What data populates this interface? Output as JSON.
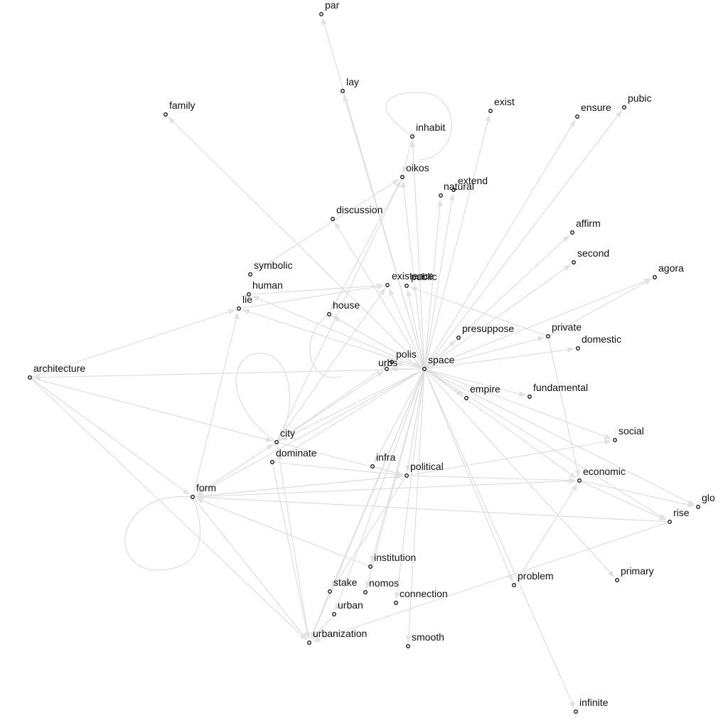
{
  "graph": {
    "colors": {
      "edge": "#dcdcdc",
      "arrow": "#e2e2e2",
      "node_stroke": "#111111",
      "label": "#111111"
    },
    "nodes": [
      {
        "id": "par",
        "label": "par"
      },
      {
        "id": "lay",
        "label": "lay"
      },
      {
        "id": "family",
        "label": "family"
      },
      {
        "id": "exist",
        "label": "exist"
      },
      {
        "id": "ensure",
        "label": "ensure"
      },
      {
        "id": "pubic",
        "label": "pubic"
      },
      {
        "id": "inhabit",
        "label": "inhabit"
      },
      {
        "id": "oikos",
        "label": "oikos"
      },
      {
        "id": "extend",
        "label": "extend"
      },
      {
        "id": "natural",
        "label": "natural"
      },
      {
        "id": "discussion",
        "label": "discussion"
      },
      {
        "id": "affirm",
        "label": "affirm"
      },
      {
        "id": "second",
        "label": "second"
      },
      {
        "id": "symbolic",
        "label": "symbolic"
      },
      {
        "id": "human",
        "label": "human"
      },
      {
        "id": "lie",
        "label": "lie"
      },
      {
        "id": "existence",
        "label": "existence"
      },
      {
        "id": "public",
        "label": "public"
      },
      {
        "id": "agora",
        "label": "agora"
      },
      {
        "id": "house",
        "label": "house"
      },
      {
        "id": "presuppose",
        "label": "presuppose"
      },
      {
        "id": "private",
        "label": "private"
      },
      {
        "id": "domestic",
        "label": "domestic"
      },
      {
        "id": "polis",
        "label": "polis"
      },
      {
        "id": "urbs",
        "label": "urbs"
      },
      {
        "id": "space",
        "label": "space"
      },
      {
        "id": "architecture",
        "label": "architecture"
      },
      {
        "id": "empire",
        "label": "empire"
      },
      {
        "id": "fundamental",
        "label": "fundamental"
      },
      {
        "id": "city",
        "label": "city"
      },
      {
        "id": "social",
        "label": "social"
      },
      {
        "id": "dominate",
        "label": "dominate"
      },
      {
        "id": "infra",
        "label": "infra"
      },
      {
        "id": "political",
        "label": "political"
      },
      {
        "id": "economic",
        "label": "economic"
      },
      {
        "id": "form",
        "label": "form"
      },
      {
        "id": "glo",
        "label": "glo"
      },
      {
        "id": "rise",
        "label": "rise"
      },
      {
        "id": "institution",
        "label": "institution"
      },
      {
        "id": "primary",
        "label": "primary"
      },
      {
        "id": "problem",
        "label": "problem"
      },
      {
        "id": "stake",
        "label": "stake"
      },
      {
        "id": "nomos",
        "label": "nomos"
      },
      {
        "id": "connection",
        "label": "connection"
      },
      {
        "id": "urban",
        "label": "urban"
      },
      {
        "id": "urbanization",
        "label": "urbanization"
      },
      {
        "id": "smooth",
        "label": "smooth"
      },
      {
        "id": "infinite",
        "label": "infinite"
      }
    ],
    "edges": [
      [
        "space",
        "par"
      ],
      [
        "space",
        "lay"
      ],
      [
        "space",
        "family"
      ],
      [
        "space",
        "exist"
      ],
      [
        "space",
        "ensure"
      ],
      [
        "space",
        "pubic"
      ],
      [
        "space",
        "inhabit"
      ],
      [
        "space",
        "oikos"
      ],
      [
        "space",
        "extend"
      ],
      [
        "space",
        "natural"
      ],
      [
        "space",
        "discussion"
      ],
      [
        "space",
        "affirm"
      ],
      [
        "space",
        "second"
      ],
      [
        "space",
        "lie"
      ],
      [
        "space",
        "human"
      ],
      [
        "space",
        "existence"
      ],
      [
        "space",
        "public"
      ],
      [
        "space",
        "agora"
      ],
      [
        "space",
        "house"
      ],
      [
        "space",
        "private"
      ],
      [
        "space",
        "domestic"
      ],
      [
        "space",
        "polis"
      ],
      [
        "space",
        "urbs"
      ],
      [
        "space",
        "architecture"
      ],
      [
        "space",
        "empire"
      ],
      [
        "space",
        "fundamental"
      ],
      [
        "space",
        "city"
      ],
      [
        "space",
        "social"
      ],
      [
        "space",
        "dominate"
      ],
      [
        "space",
        "infra"
      ],
      [
        "space",
        "political"
      ],
      [
        "space",
        "economic"
      ],
      [
        "space",
        "form"
      ],
      [
        "space",
        "rise"
      ],
      [
        "space",
        "institution"
      ],
      [
        "space",
        "primary"
      ],
      [
        "space",
        "problem"
      ],
      [
        "space",
        "stake"
      ],
      [
        "space",
        "nomos"
      ],
      [
        "space",
        "connection"
      ],
      [
        "space",
        "urban"
      ],
      [
        "space",
        "urbanization"
      ],
      [
        "space",
        "smooth"
      ],
      [
        "space",
        "infinite"
      ],
      [
        "space",
        "presuppose"
      ],
      [
        "architecture",
        "form"
      ],
      [
        "architecture",
        "city"
      ],
      [
        "architecture",
        "lie"
      ],
      [
        "architecture",
        "urbanization"
      ],
      [
        "form",
        "city"
      ],
      [
        "form",
        "political"
      ],
      [
        "form",
        "economic"
      ],
      [
        "form",
        "urbanization"
      ],
      [
        "form",
        "lie"
      ],
      [
        "city",
        "urbs"
      ],
      [
        "city",
        "polis"
      ],
      [
        "city",
        "political"
      ],
      [
        "city",
        "urbanization"
      ],
      [
        "city",
        "existence"
      ],
      [
        "city",
        "oikos"
      ],
      [
        "dominate",
        "urbanization"
      ],
      [
        "dominate",
        "political"
      ],
      [
        "political",
        "economic"
      ],
      [
        "political",
        "social"
      ],
      [
        "political",
        "stake"
      ],
      [
        "political",
        "form"
      ],
      [
        "economic",
        "rise"
      ],
      [
        "economic",
        "glo"
      ],
      [
        "rise",
        "form"
      ],
      [
        "rise",
        "urbanization"
      ],
      [
        "private",
        "economic"
      ],
      [
        "private",
        "agora"
      ],
      [
        "private",
        "public"
      ],
      [
        "inhabit",
        "oikos"
      ],
      [
        "oikos",
        "house"
      ],
      [
        "house",
        "space"
      ],
      [
        "symbolic",
        "oikos"
      ],
      [
        "human",
        "existence"
      ],
      [
        "lie",
        "existence"
      ],
      [
        "problem",
        "economic"
      ],
      [
        "infra",
        "political"
      ],
      [
        "institution",
        "form"
      ],
      [
        "urban",
        "urbanization"
      ],
      [
        "stake",
        "urbanization"
      ],
      [
        "space",
        "glo"
      ]
    ]
  }
}
